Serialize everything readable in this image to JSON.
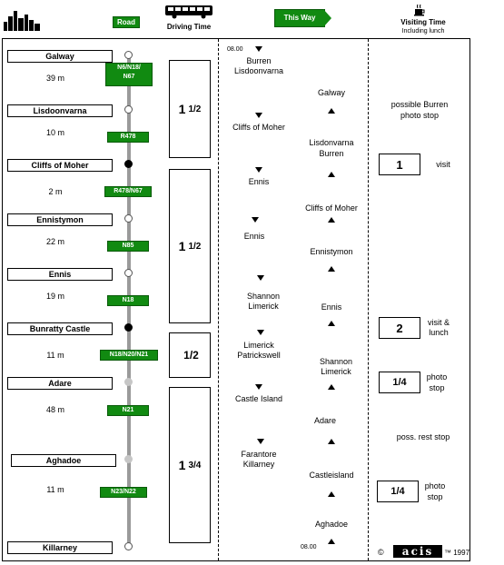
{
  "header": {
    "road_label": "Road",
    "driving_time_label": "Driving Time",
    "this_way_label": "This Way",
    "visiting_time_label": "Visiting Time",
    "visiting_time_sub": "Including lunch"
  },
  "towns": [
    "Galway",
    "Lisdoonvarna",
    "Cliffs of Moher",
    "Ennistymon",
    "Ennis",
    "Bunratty Castle",
    "Adare",
    "Aghadoe",
    "Killarney"
  ],
  "distances": [
    "39 m",
    "10 m",
    "2 m",
    "22 m",
    "19 m",
    "11 m",
    "48 m",
    "11 m"
  ],
  "roads": [
    "N6/N18/",
    "N67",
    "R478",
    "R478/N67",
    "N85",
    "N18",
    "N18/N20/N21",
    "N21",
    "N23/N22"
  ],
  "driving_times": [
    {
      "whole": "1",
      "fraction": "1/2"
    },
    {
      "whole": "1",
      "fraction": "1/2"
    },
    {
      "whole": "",
      "fraction": "1/2"
    },
    {
      "whole": "1",
      "fraction": "3/4"
    }
  ],
  "outbound": {
    "start_time": "08.00",
    "labels": [
      "Burren",
      "Lisdoonvarna",
      "Cliffs of Moher",
      "Ennis",
      "Ennis",
      "Shannon",
      "Limerick",
      "Limerick",
      "Patrickswell",
      "Castle Island",
      "Farantore",
      "Killarney"
    ]
  },
  "return": {
    "labels": [
      "Galway",
      "Lisdonvarna",
      "Burren",
      "Cliffs of Moher",
      "Ennistymon",
      "Ennis",
      "Shannon",
      "Limerick",
      "Adare",
      "Castleisland",
      "Aghadoe"
    ],
    "end_time": "08.00"
  },
  "visits": {
    "burren_note_1": "possible Burren",
    "burren_note_2": "photo stop",
    "cliffs_value": "1",
    "cliffs_note": "visit",
    "bunratty_value": "2",
    "bunratty_note_1": "visit &",
    "bunratty_note_2": "lunch",
    "adare_value": "1/4",
    "adare_note_1": "photo",
    "adare_note_2": "stop",
    "rest_note": "poss. rest stop",
    "aghadoe_value": "1/4",
    "aghadoe_note_1": "photo",
    "aghadoe_note_2": "stop"
  },
  "footer": {
    "copyright": "©",
    "logo": "acis",
    "trademark": "™ 1997"
  },
  "colors": {
    "road_green": "#118a11",
    "road_line": "#9a9a9a"
  },
  "icons": [
    "skyline-icon",
    "bus-icon",
    "coffee-cup-icon"
  ]
}
